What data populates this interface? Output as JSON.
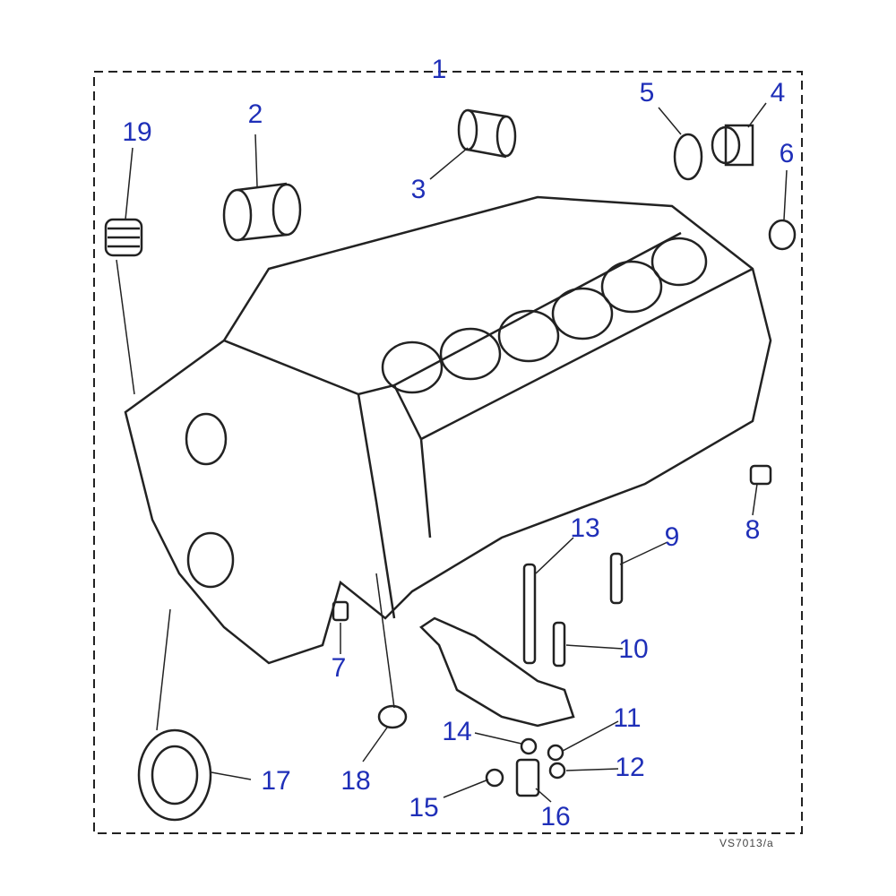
{
  "callouts": [
    "1",
    "2",
    "3",
    "4",
    "5",
    "6",
    "7",
    "8",
    "9",
    "10",
    "11",
    "12",
    "13",
    "14",
    "15",
    "16",
    "17",
    "18",
    "19"
  ],
  "reference_code": "VS7013/a",
  "colors": {
    "label": "#1f2fb8",
    "line": "#222222"
  }
}
